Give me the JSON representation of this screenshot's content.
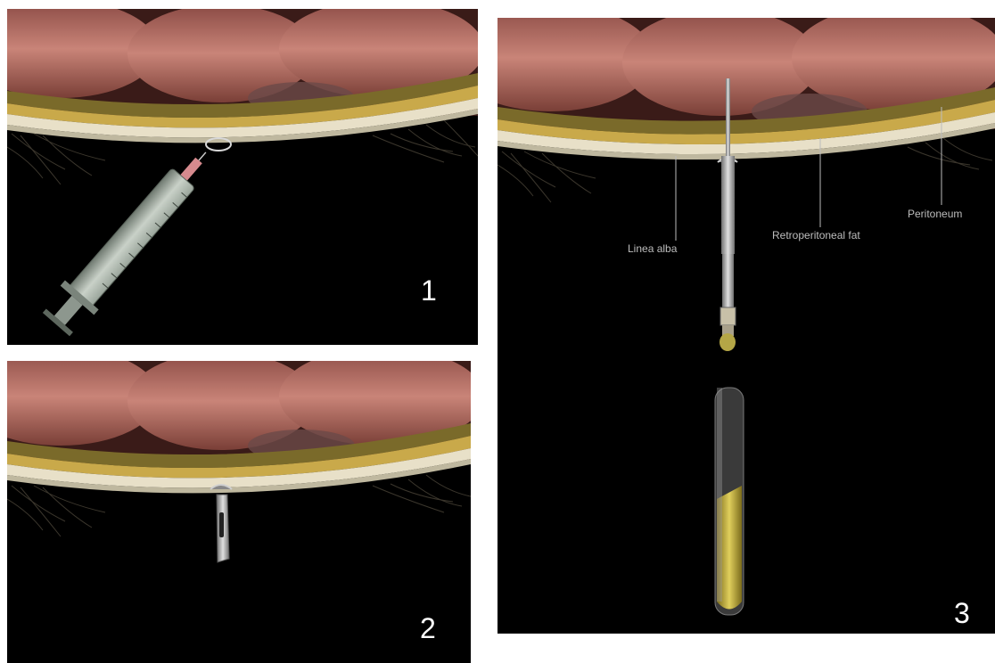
{
  "panels": [
    {
      "step": "1",
      "tool": "syringe"
    },
    {
      "step": "2",
      "tool": "scalpel"
    },
    {
      "step": "3",
      "tool": "needle-and-collection-tube"
    }
  ],
  "labels": {
    "linea_alba": "Linea alba",
    "retroperitoneal_fat": "Retroperitoneal fat",
    "peritoneum": "Peritoneum"
  },
  "colors": {
    "background": "#000000",
    "bowel": "#c07a6e",
    "bowel_dark": "#7a3f37",
    "fat_layer": "#c9a94a",
    "fascia": "#e8e0c8",
    "fluid": "#c8b44a",
    "text": "#ffffff"
  }
}
